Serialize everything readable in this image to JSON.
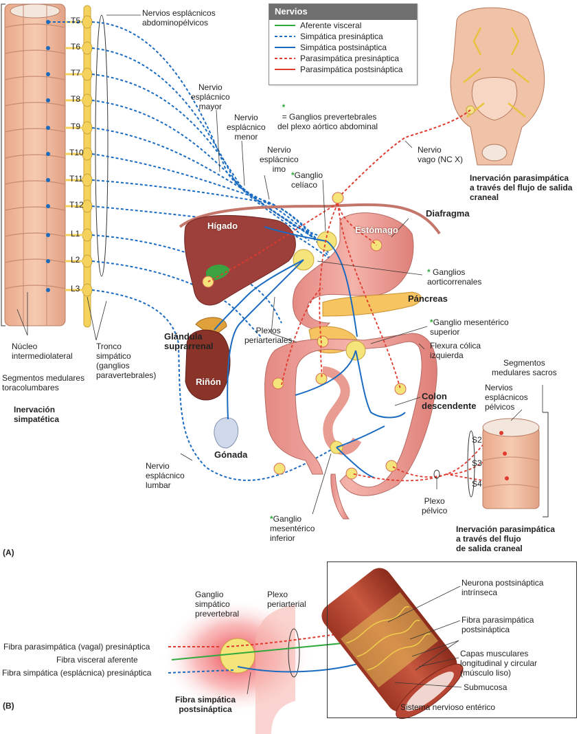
{
  "legend": {
    "title": "Nervios",
    "items": [
      {
        "label": "Aferente visceral",
        "color": "#2eaa3c",
        "style": "solid"
      },
      {
        "label": "Simpática presináptica",
        "color": "#1a6bc0",
        "style": "dashed"
      },
      {
        "label": "Simpática postsináptica",
        "color": "#1a6bc0",
        "style": "solid"
      },
      {
        "label": "Parasimpática presináptica",
        "color": "#e03a2e",
        "style": "dashed"
      },
      {
        "label": "Parasimpática postsináptica",
        "color": "#e03a2e",
        "style": "solid"
      }
    ]
  },
  "prevertebral_note": {
    "star": "*",
    "text": "= Ganglios prevertebrales\ndel plexo aórtico abdominal"
  },
  "spinal_levels": [
    "T5",
    "T6",
    "T7",
    "T8",
    "T9",
    "T10",
    "T11",
    "T12",
    "L1",
    "L2",
    "L3"
  ],
  "sacral_levels": [
    "S2",
    "S3",
    "S4"
  ],
  "labels": {
    "esplacnicos_abdominopelvicos": "Nervios esplácnicos\nabdominopélvicos",
    "esplacnico_mayor": "Nervio\nesplácnico\nmayor",
    "esplacnico_menor": "Nervio\nesplácnico\nmenor",
    "esplacnico_imo": "Nervio\nesplácnico\nimo",
    "nervio_vago": "Nervio\nvago (NC X)",
    "inervacion_parasimpatica_craneal_top": "Inervación parasimpática\na través del flujo de salida\ncraneal",
    "ganglio_celiaco": "Ganglio\ncelíaco",
    "diafragma": "Diafragma",
    "higado": "Hígado",
    "estomago": "Estómago",
    "ganglios_aorticorrenales": "Ganglios\naorticorrenales",
    "pancreas": "Páncreas",
    "ganglio_mesenterico_superior": "Ganglio mesentérico\nsuperior",
    "flexura_colica": "Flexura cólica\nizquierda",
    "plexos_periarteriales": "Plexos\nperiarteriales",
    "glandula_suprarrenal": "Glándula\nsuprarrenal",
    "rinon": "Riñón",
    "gonada": "Gónada",
    "colon_descendente": "Colon\ndescendente",
    "segmentos_sacros": "Segmentos\nmedulares sacros",
    "nervios_esplacnicos_pelvicos": "Nervios\nesplácnicos\npélvicos",
    "plexo_pelvico": "Plexo\npélvico",
    "nervio_esplacnico_lumbar": "Nervio\nesplácnico\nlumbar",
    "ganglio_mesenterico_inferior": "Ganglio\nmesentérico\ninferior",
    "inervacion_parasimpatica_craneal_bottom": "Inervación parasimpática\na través del flujo\nde salida craneal",
    "nucleo_intermediolateral": "Núcleo\nintermediolateral",
    "tronco_simpatico": "Tronco\nsimpático\n(ganglios\nparavertebrales)",
    "segmentos_toracolumbares": "Segmentos medulares\ntoracolumbares",
    "inervacion_simpatica": "Inervación\nsimpatética",
    "panel_a": "(A)",
    "panel_b": "(B)"
  },
  "panel_b": {
    "ganglio_prevertebral": "Ganglio\nsimpático\nprevertebral",
    "plexo_periarterial": "Plexo\nperiarterial",
    "fibra_parasimpatica": "Fibra parasimpática (vagal) presináptica",
    "fibra_visceral": "Fibra visceral aferente",
    "fibra_simpatica": "Fibra simpática (esplácnica) presináptica",
    "fibra_simpatica_post": "Fibra simpática\npostsináptica",
    "neurona_postsinaptica": "Neurona postsináptica\nintrínseca",
    "fibra_parasimpatica_post": "Fibra parasimpática\npostsináptica",
    "capas_musculares": "Capas musculares\nlongitudinal y circular\n(músculo liso)",
    "submucosa": "Submucosa",
    "sistema_enterico": "Sistema nervioso entérico"
  }
}
